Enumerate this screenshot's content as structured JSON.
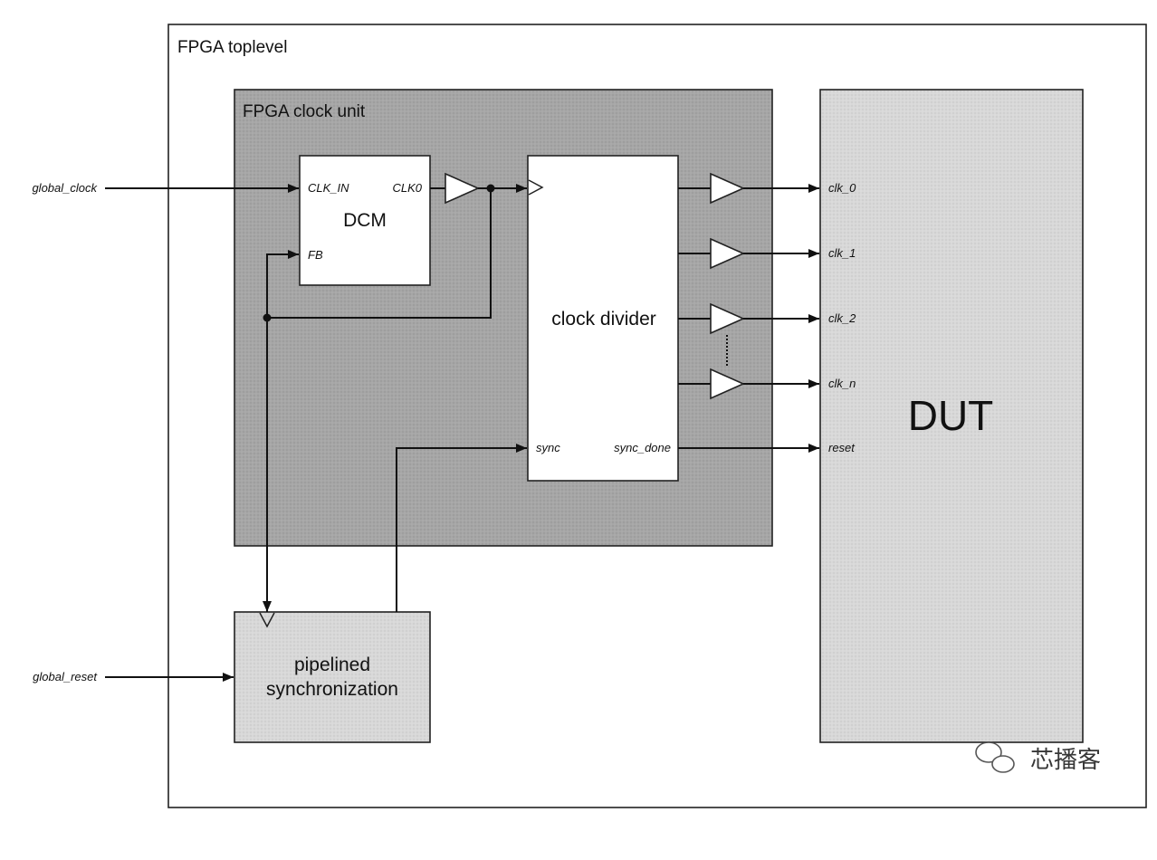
{
  "toplevel": {
    "label": "FPGA toplevel"
  },
  "clock_unit": {
    "label": "FPGA clock unit"
  },
  "dcm": {
    "label": "DCM",
    "ports": {
      "clk_in": "CLK_IN",
      "clk0": "CLK0",
      "fb": "FB"
    }
  },
  "clock_divider": {
    "label": "clock divider",
    "ports": {
      "sync": "sync",
      "sync_done": "sync_done"
    }
  },
  "sync_block": {
    "label_line1": "pipelined",
    "label_line2": "synchronization"
  },
  "dut": {
    "label": "DUT",
    "ports": [
      "clk_0",
      "clk_1",
      "clk_2",
      "clk_n",
      "reset"
    ]
  },
  "inputs": {
    "global_clock": "global_clock",
    "global_reset": "global_reset"
  },
  "watermark": {
    "text": "芯播客",
    "icon": "wechat-icon"
  },
  "colors": {
    "clock_unit_fill": "#a8a8a8",
    "dut_fill": "#d6d6d6",
    "block_fill": "#ffffff",
    "line": "#111111"
  }
}
